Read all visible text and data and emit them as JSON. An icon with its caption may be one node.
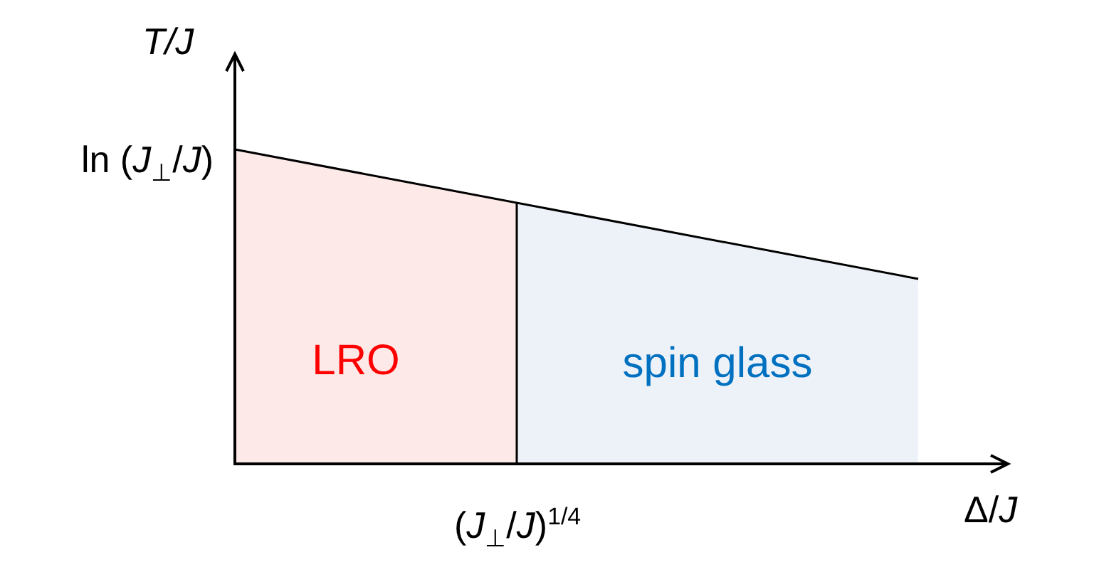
{
  "diagram": {
    "nodes": [
      {
        "text": [
          "LRO"
        ]
      },
      {
        "text": [
          "spin glass"
        ]
      }
    ],
    "labels": [
      "T/J",
      "ln (*J*$_{⊥}$/*J*)",
      "(*J*$_{⊥}$/*J*)$^{1/4}$",
      "Δ/*J*"
    ]
  }
}
